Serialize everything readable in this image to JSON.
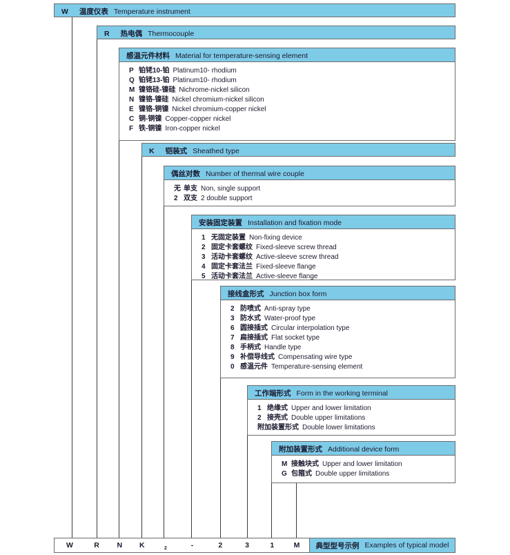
{
  "colors": {
    "header_blue": "#7ecbe8",
    "border": "#6b6b6b",
    "text": "#1a1a2e",
    "line": "#3a3a3a"
  },
  "sections": [
    {
      "id": "temperature-instrument",
      "code": "W",
      "cn": "温度仪表",
      "en": "Temperature instrument",
      "rows": []
    },
    {
      "id": "thermocouple",
      "code": "R",
      "cn": "热电偶",
      "en": "Thermocouple",
      "rows": []
    },
    {
      "id": "sensing-element-material",
      "code": "",
      "cn": "感温元件材料",
      "en": "Material for temperature-sensing element",
      "rows": [
        {
          "key": "P",
          "cn": "铂铑10-铂",
          "en": "Platinum10- rhodium"
        },
        {
          "key": "Q",
          "cn": "铂铑13-铂",
          "en": "Platinum10- rhodium"
        },
        {
          "key": "M",
          "cn": "镍铬硅-镍硅",
          "en": "Nichrome-nickel silicon"
        },
        {
          "key": "N",
          "cn": "镍铬-镍硅",
          "en": "Nickel chromium-nickel silicon"
        },
        {
          "key": "E",
          "cn": "镍铬-铜镍",
          "en": "Nickel chromium-copper nickel"
        },
        {
          "key": "C",
          "cn": "铜-铜镍",
          "en": "Copper-copper nickel"
        },
        {
          "key": "F",
          "cn": "铁-铜镍",
          "en": "Iron-copper nickel"
        }
      ]
    },
    {
      "id": "sheathed-type",
      "code": "K",
      "cn": "铠装式",
      "en": "Sheathed type",
      "rows": []
    },
    {
      "id": "thermal-wire-couple",
      "code": "",
      "cn": "偶丝对数",
      "en": "Number of thermal wire couple",
      "rows": [
        {
          "key": "无",
          "cn": "单支",
          "en": "Non, single support"
        },
        {
          "key": "2",
          "cn": "双支",
          "en": "2  double support"
        }
      ]
    },
    {
      "id": "installation-fixation-mode",
      "code": "",
      "cn": "安装固定装置",
      "en": "Installation and fixation mode",
      "rows": [
        {
          "key": "1",
          "cn": "无固定装置",
          "en": "Non-fixing device"
        },
        {
          "key": "2",
          "cn": "固定卡套螺纹",
          "en": "Fixed-sleeve screw thread"
        },
        {
          "key": "3",
          "cn": "活动卡套螺纹",
          "en": "Active-sleeve screw thread"
        },
        {
          "key": "4",
          "cn": "固定卡套法兰",
          "en": "Fixed-sleeve flange"
        },
        {
          "key": "5",
          "cn": "活动卡套法兰",
          "en": "Active-sleeve flange"
        }
      ]
    },
    {
      "id": "junction-box-form",
      "code": "",
      "cn": "接线盒形式",
      "en": "Junction box form",
      "rows": [
        {
          "key": "2",
          "cn": "防喷式",
          "en": "Anti-spray type"
        },
        {
          "key": "3",
          "cn": "防水式",
          "en": "Water-proof type"
        },
        {
          "key": "6",
          "cn": "圆接插式",
          "en": "Circular interpolation type"
        },
        {
          "key": "7",
          "cn": "扁接插式",
          "en": "Flat socket type"
        },
        {
          "key": "8",
          "cn": "手柄式",
          "en": "Handle type"
        },
        {
          "key": "9",
          "cn": "补偿导线式",
          "en": "Compensating wire type"
        },
        {
          "key": "0",
          "cn": "感温元件",
          "en": "Temperature-sensing element"
        }
      ]
    },
    {
      "id": "working-terminal-form",
      "code": "",
      "cn": "工作端形式",
      "en": "Form in the working terminal",
      "rows": [
        {
          "key": "1",
          "cn": "绝缘式",
          "en": "Upper and lower limitation"
        },
        {
          "key": "2",
          "cn": "接壳式",
          "en": "Double upper limitations"
        },
        {
          "key": "",
          "cn": "附加装置形式",
          "en": "Double lower limitations"
        }
      ]
    },
    {
      "id": "additional-device-form",
      "code": "",
      "cn": "附加装置形式",
      "en": "Additional device form",
      "rows": [
        {
          "key": "M",
          "cn": "接触块式",
          "en": "Upper and lower limitation"
        },
        {
          "key": "G",
          "cn": "包箍式",
          "en": "Double upper limitations"
        }
      ]
    }
  ],
  "model_strip": {
    "cells": [
      {
        "value": "W",
        "sub": false
      },
      {
        "value": "R",
        "sub": false
      },
      {
        "value": "N",
        "sub": false
      },
      {
        "value": "K",
        "sub": false
      },
      {
        "value": "2",
        "sub": true
      },
      {
        "value": "-",
        "sub": false
      },
      {
        "value": "2",
        "sub": false
      },
      {
        "value": "3",
        "sub": false
      },
      {
        "value": "1",
        "sub": false
      },
      {
        "value": "M",
        "sub": false
      }
    ],
    "label_cn": "典型型号示例",
    "label_en": "Examples of typical model"
  }
}
